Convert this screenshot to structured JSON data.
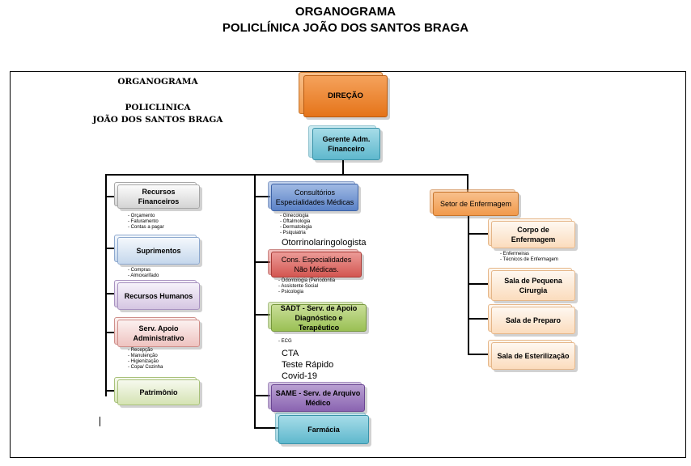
{
  "header": {
    "title_line1": "ORGANOGRAMA",
    "title_line2": "POLICLÍNICA JOÃO DOS SANTOS BRAGA"
  },
  "inner": {
    "title": "ORGANOGRAMA",
    "name_line1": "POLICLINICA",
    "name_line2": "JOÃO DOS SANTOS BRAGA"
  },
  "top": {
    "direcao": "DIREÇÃO",
    "gerente": "Gerente Adm. Financeiro"
  },
  "left_branch": {
    "recursos_financeiros": "Recursos Financeiros",
    "recursos_financeiros_items": "- Orçamento\n- Faturamento\n- Contas a pagar",
    "suprimentos": "Suprimentos",
    "suprimentos_items": "- Compras\n- Almoxarifado",
    "recursos_humanos": "Recursos Humanos",
    "serv_apoio": "Serv. Apoio Administrativo",
    "serv_apoio_items": "- Recepção\n- Manutenção\n- Higienização\n- Copa/ Cozinha",
    "patrimonio": "Patrimônio"
  },
  "middle_branch": {
    "consultorios": "Consultórios Especialidades Médicas",
    "consultorios_items": "- Ginecologia\n- Oftalmologia\n- Dermatologia\n- Psiquiatria",
    "otorrino": "Otorrinolaringologista",
    "cons_nao_medicas": "Cons. Especialidades Não Médicas.",
    "cons_nao_medicas_items": "- Odontologia (Periodontia\n- Assistente Social\n- Psicologia",
    "sadt": "SADT - Serv. de Apoio Diagnóstico e Terapêutico",
    "sadt_small": "- ECG",
    "sadt_items": "CTA\nTeste Rápido\nCovid-19",
    "same": "SAME - Serv. de Arquivo Médico",
    "farmacia": "Farmácia"
  },
  "right_branch": {
    "setor_enfermagem": "Setor de Enfermagem",
    "corpo_enfermagem": "Corpo de Enfermagem",
    "corpo_enfermagem_items": "- Enfermeiras\n- Técnicos de Enfermagem",
    "sala_pequena_cirurgia": "Sala de Pequena Cirurgia",
    "sala_preparo": "Sala de Preparo",
    "sala_esterilizacao": "Sala de Esterilização"
  }
}
